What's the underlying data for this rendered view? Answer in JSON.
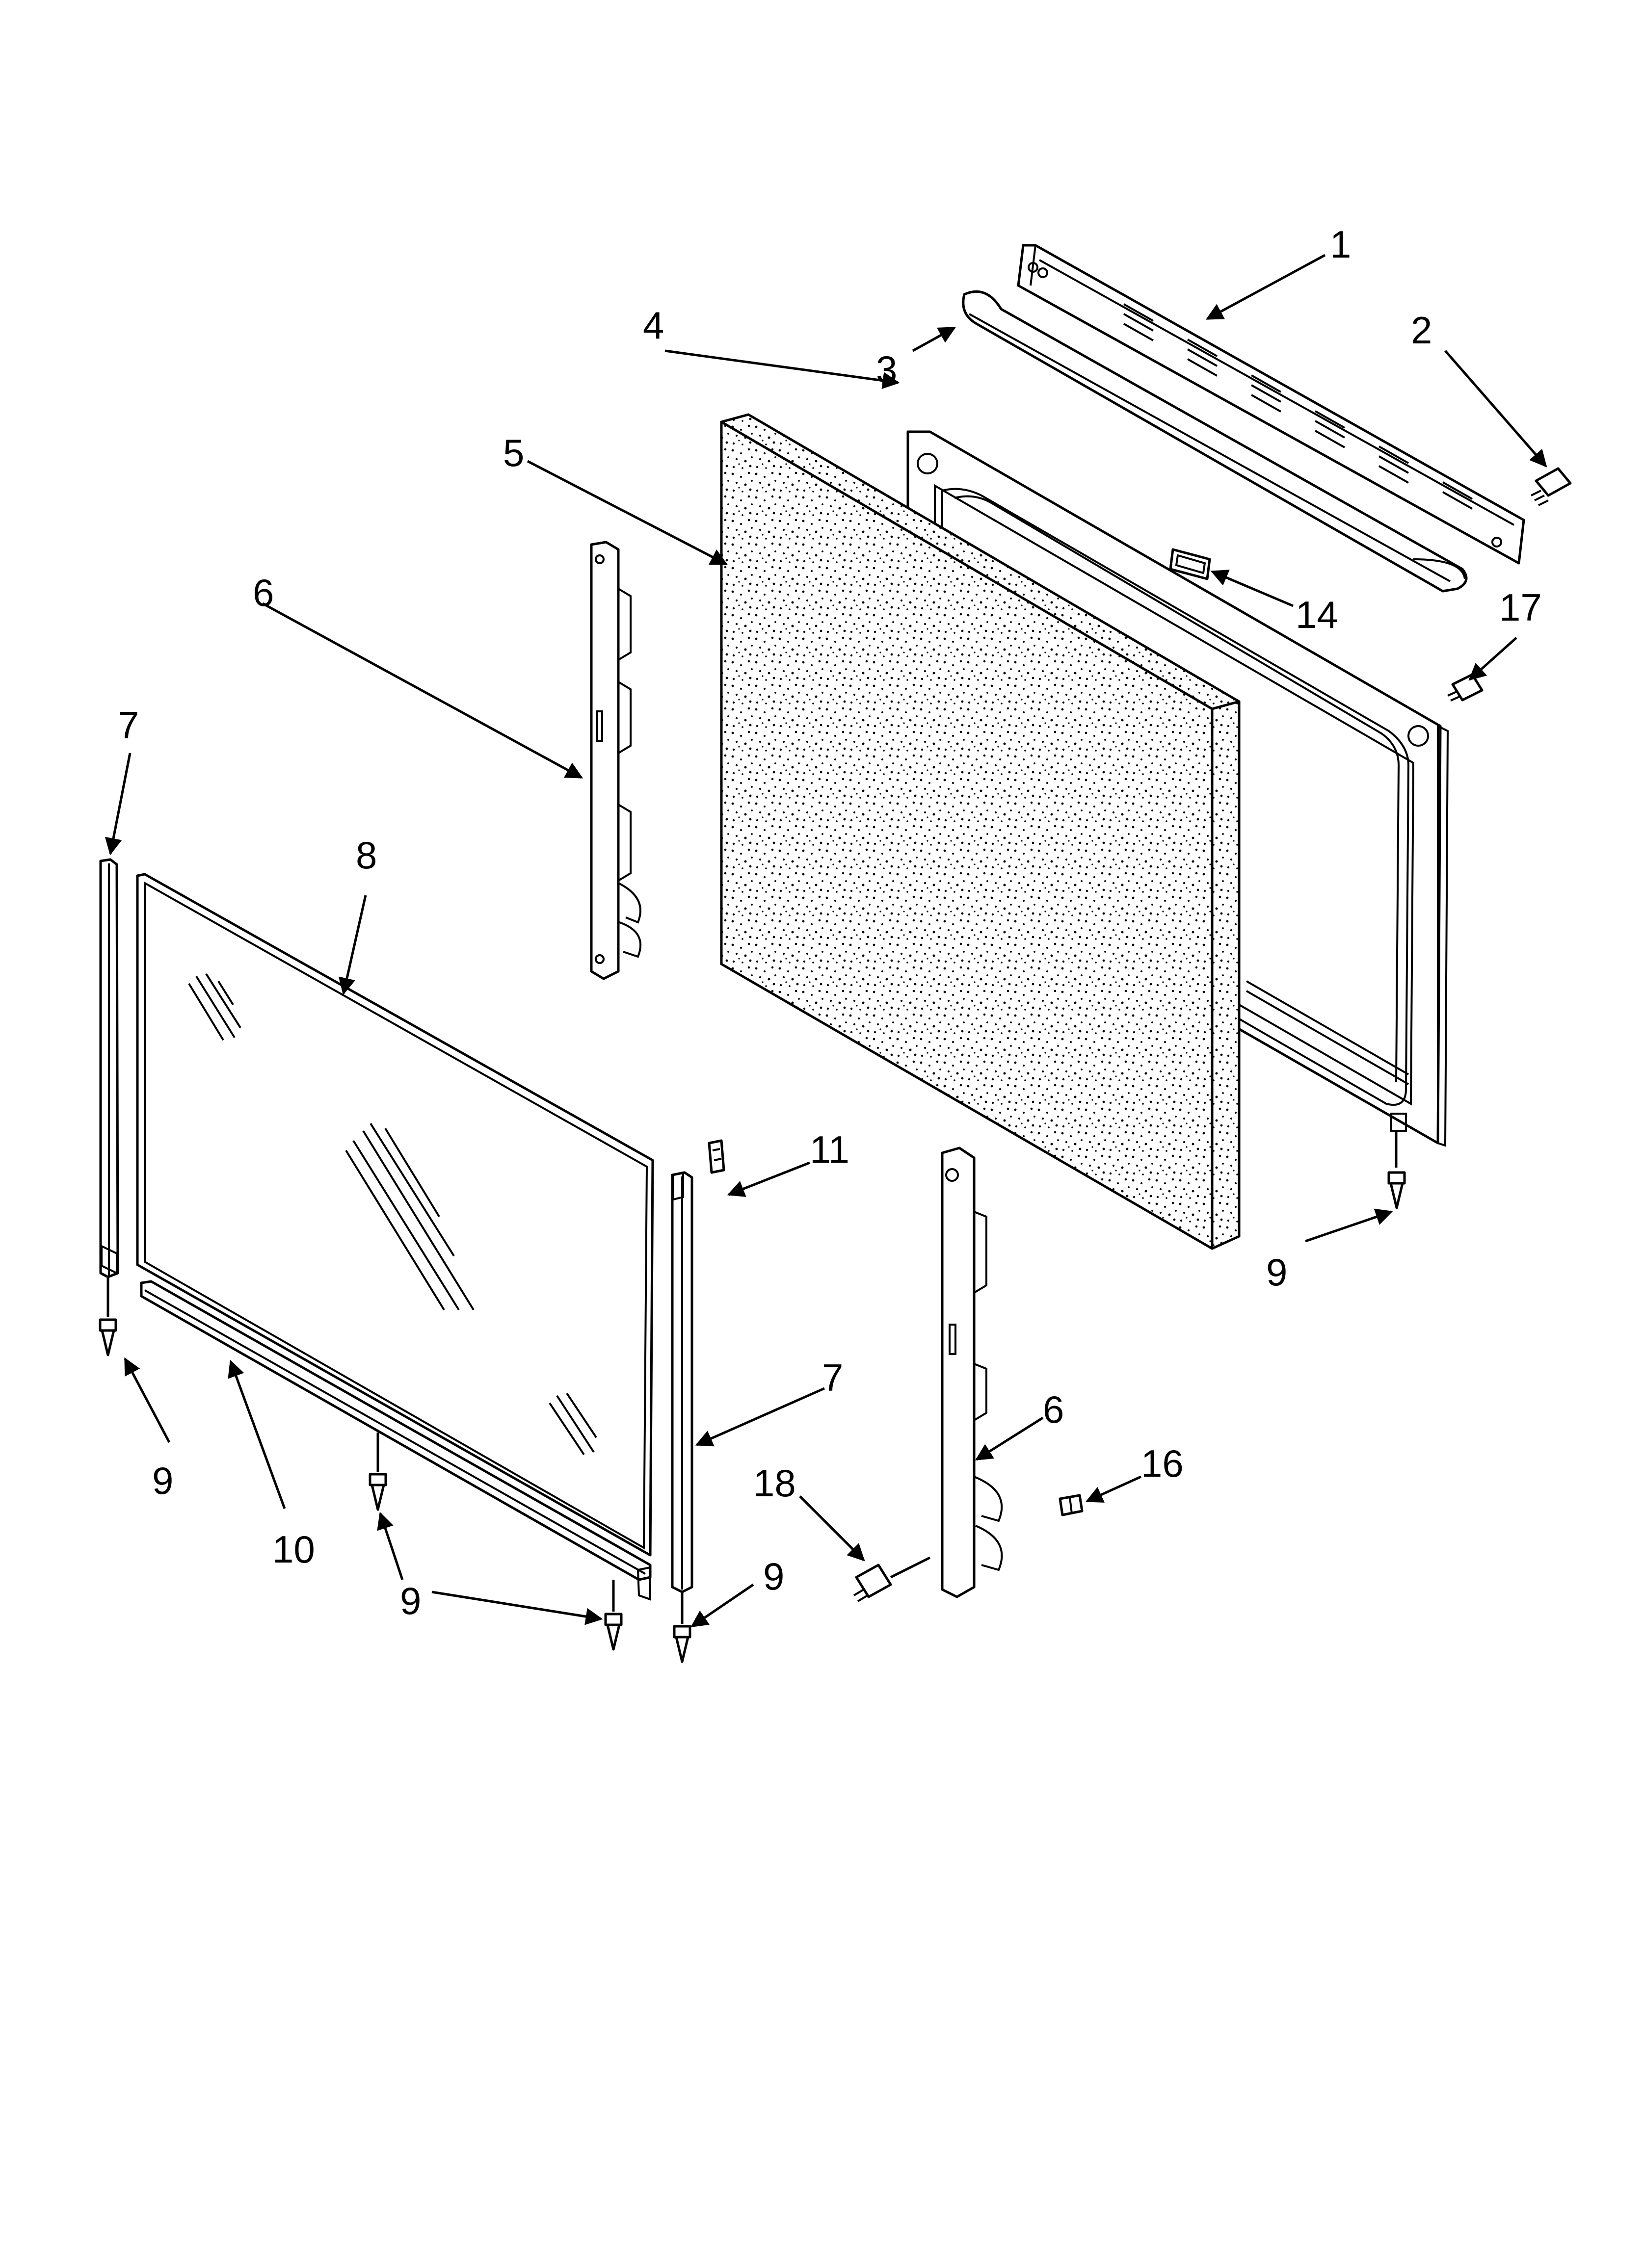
{
  "diagram": {
    "callouts": [
      {
        "id": "c1",
        "label": "1"
      },
      {
        "id": "c2",
        "label": "2"
      },
      {
        "id": "c3",
        "label": "3"
      },
      {
        "id": "c4",
        "label": "4"
      },
      {
        "id": "c5",
        "label": "5"
      },
      {
        "id": "c6a",
        "label": "6"
      },
      {
        "id": "c7a",
        "label": "7"
      },
      {
        "id": "c8",
        "label": "8"
      },
      {
        "id": "c14",
        "label": "14"
      },
      {
        "id": "c17",
        "label": "17"
      },
      {
        "id": "c11",
        "label": "11"
      },
      {
        "id": "c9a",
        "label": "9"
      },
      {
        "id": "c9b",
        "label": "9"
      },
      {
        "id": "c10",
        "label": "10"
      },
      {
        "id": "c9c",
        "label": "9"
      },
      {
        "id": "c7b",
        "label": "7"
      },
      {
        "id": "c6b",
        "label": "6"
      },
      {
        "id": "c16",
        "label": "16"
      },
      {
        "id": "c18",
        "label": "18"
      },
      {
        "id": "c9d",
        "label": "9"
      }
    ]
  }
}
